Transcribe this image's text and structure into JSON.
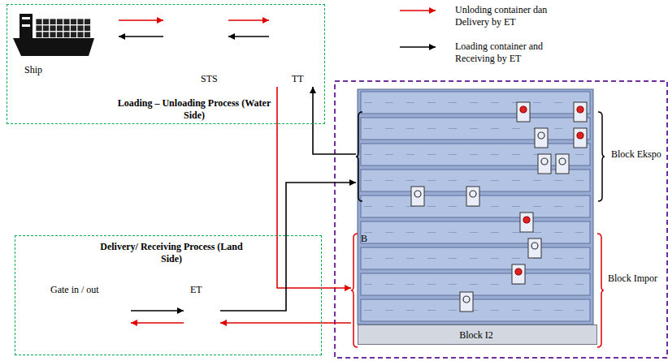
{
  "diagram": {
    "nodes": [
      {
        "text": [
          "Loading – Unloading Process (Water Side)"
        ]
      },
      {
        "text": [
          "Ship"
        ],
        "in": 0
      },
      {
        "text": [
          "STS"
        ],
        "in": 0
      },
      {
        "text": [
          "TT"
        ],
        "in": 0
      },
      {
        "text": [
          "Delivery/ Receiving Process (Land Side)"
        ]
      },
      {
        "text": [
          "Gate in / out"
        ],
        "in": 4
      },
      {
        "text": [
          "ET"
        ],
        "in": 4
      },
      {
        "text": [
          "Block Ekspo"
        ]
      },
      {
        "text": [
          "Block Impor"
        ]
      },
      {
        "text": [
          "Block I2"
        ],
        "in": 8
      }
    ],
    "edges": [
      {
        "from": 1,
        "to": 2,
        "arrow": "to"
      },
      {
        "from": 2,
        "to": 1,
        "arrow": "to"
      },
      {
        "from": 2,
        "to": 3,
        "arrow": "to"
      },
      {
        "from": 3,
        "to": 2,
        "arrow": "to"
      },
      {
        "from": 3,
        "to": 8,
        "arrow": "to"
      },
      {
        "from": 7,
        "to": 3,
        "arrow": "to"
      },
      {
        "from": 6,
        "to": 7,
        "arrow": "to"
      },
      {
        "from": 8,
        "to": 6,
        "arrow": "to"
      },
      {
        "from": 5,
        "to": 6,
        "arrow": "to"
      },
      {
        "from": 6,
        "to": 5,
        "arrow": "to"
      }
    ],
    "labels": [
      "B"
    ],
    "legend": [
      {
        "text": "Unloding container dan Delivery by ET"
      },
      {
        "text": "Loading container and Receiving by ET"
      }
    ]
  }
}
